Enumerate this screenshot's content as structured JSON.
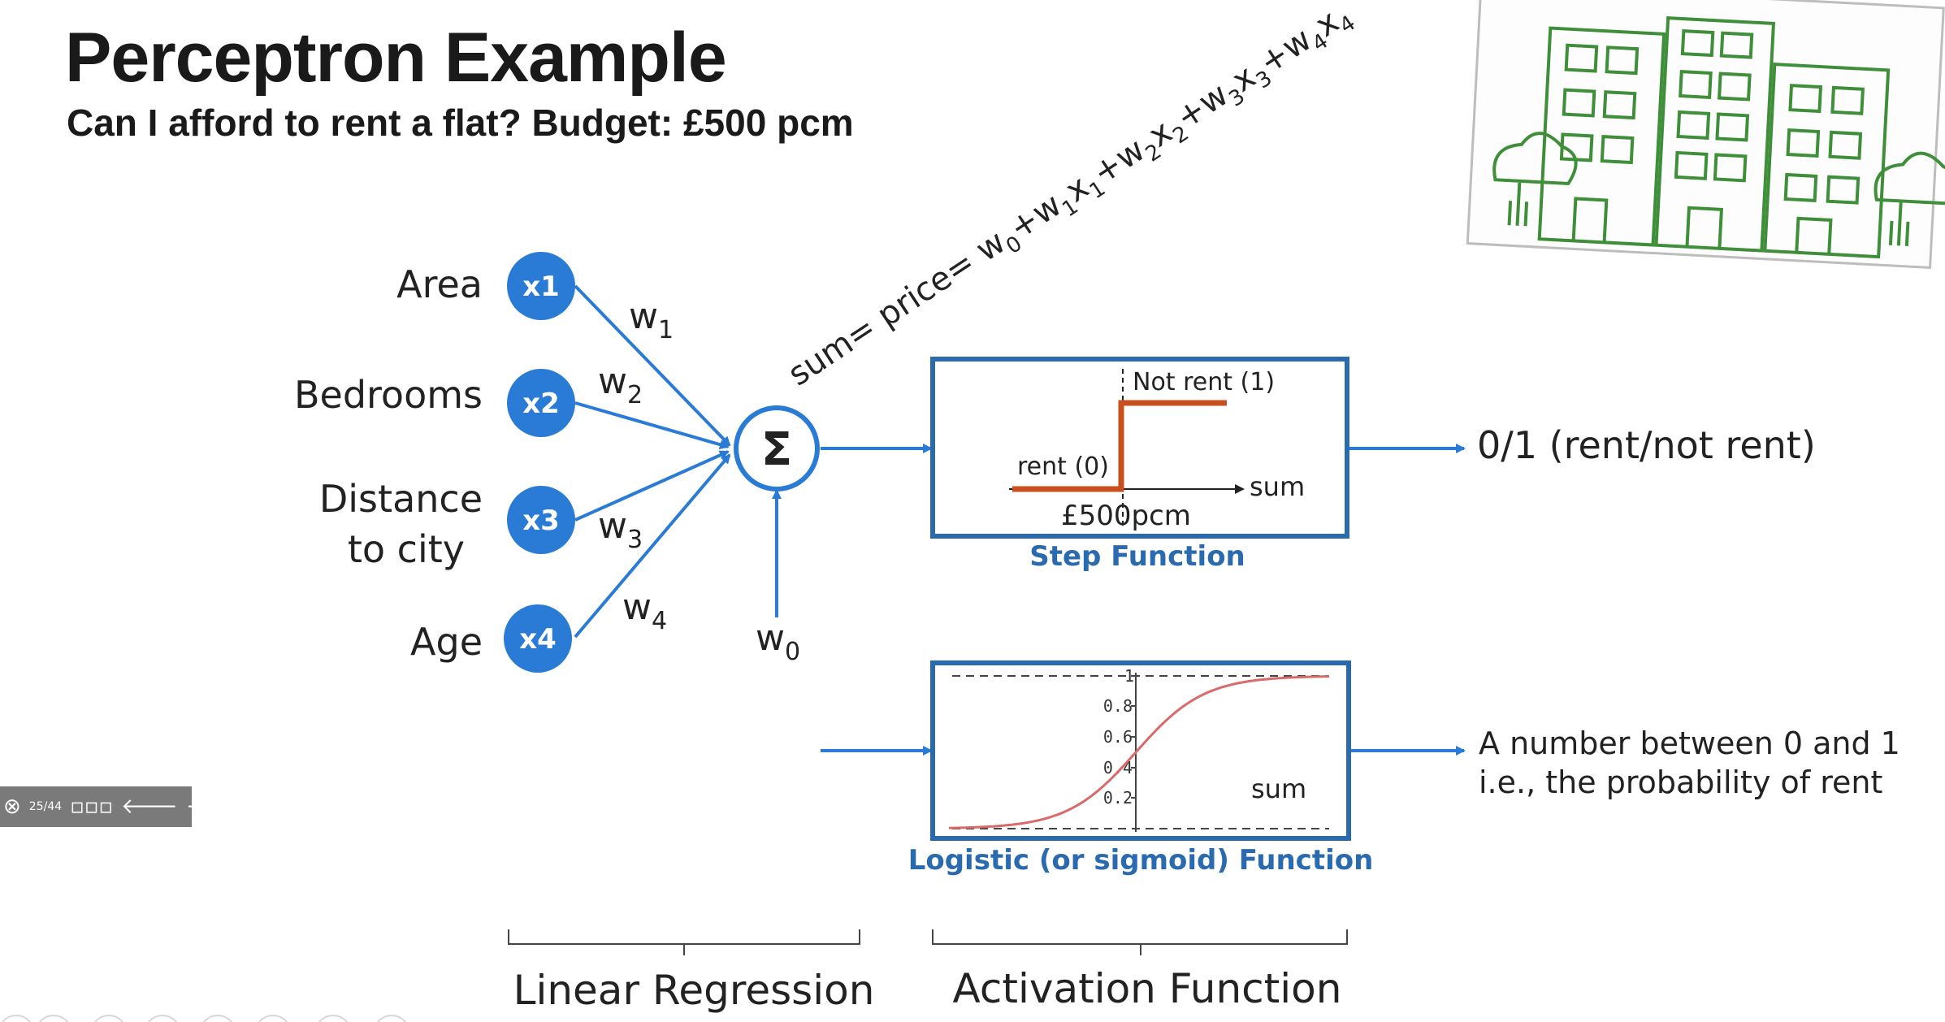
{
  "slide": {
    "title": "Perceptron Example",
    "subtitle": "Can I afford to rent a flat? Budget: £500 pcm"
  },
  "inputs": [
    {
      "label_lines": [
        "Area"
      ],
      "node": "x1",
      "weight_base": "w",
      "weight_sub": "1"
    },
    {
      "label_lines": [
        "Bedrooms"
      ],
      "node": "x2",
      "weight_base": "w",
      "weight_sub": "2"
    },
    {
      "label_lines": [
        "Distance",
        "to city"
      ],
      "node": "x3",
      "weight_base": "w",
      "weight_sub": "3"
    },
    {
      "label_lines": [
        "Age"
      ],
      "node": "x4",
      "weight_base": "w",
      "weight_sub": "4"
    }
  ],
  "bias": {
    "base": "w",
    "sub": "0"
  },
  "sum_symbol": "Σ",
  "formula": {
    "prefix": "sum= price= ",
    "terms": [
      {
        "t": "w",
        "s": "0"
      },
      {
        "t": "+w",
        "s": "1"
      },
      {
        "t": "x",
        "s": "1"
      },
      {
        "t": "+w",
        "s": "2"
      },
      {
        "t": "x",
        "s": "2"
      },
      {
        "t": "+w",
        "s": "3"
      },
      {
        "t": "x",
        "s": "3"
      },
      {
        "t": "+w",
        "s": "4"
      },
      {
        "t": "x",
        "s": "4"
      }
    ]
  },
  "step_function": {
    "caption": "Step Function",
    "label_high": "Not rent (1)",
    "label_low": "rent (0)",
    "axis_label": "sum",
    "threshold_label": "£500pcm"
  },
  "step_output": "0/1 (rent/not rent)",
  "sigmoid_function": {
    "caption": "Logistic (or sigmoid) Function",
    "axis_label": "sum",
    "tick_labels": [
      "1",
      "0.8",
      "0.6",
      "0.4",
      "0.2"
    ]
  },
  "sigmoid_output": [
    "A number between 0 and 1",
    "i.e., the probability of rent"
  ],
  "brackets": {
    "left": "Linear Regression",
    "right": "Activation Function"
  },
  "toolbar": {
    "page_num": "25",
    "page_den": "44",
    "more": "▫▫▫",
    "prev": "🡐",
    "next": "🡒"
  },
  "colors": {
    "accent_blue": "#2a7bd6",
    "box_blue": "#2a6bb0",
    "step_red": "#c8501e",
    "building_green": "#3f8f3a"
  }
}
